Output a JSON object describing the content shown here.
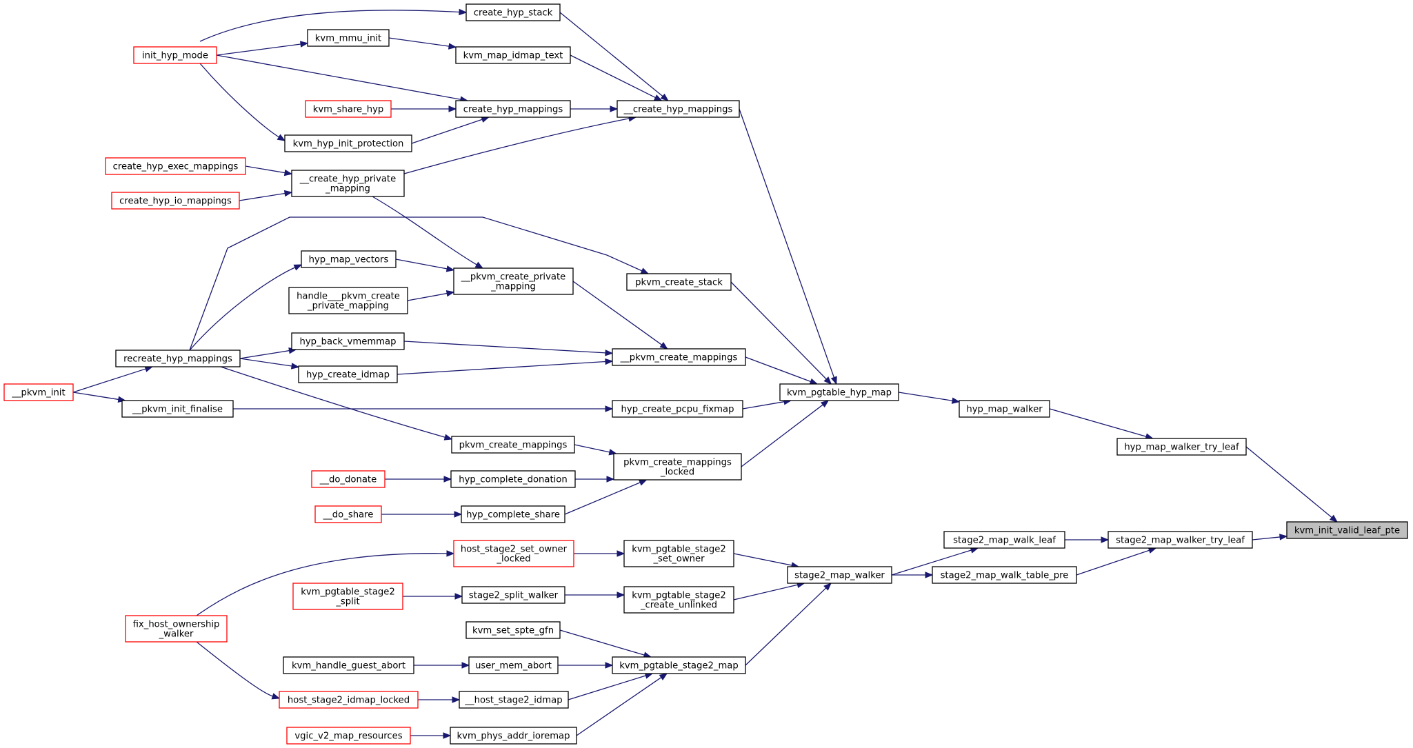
{
  "colors": {
    "edge": "#191970",
    "normal_border": "#000000",
    "truncated_border": "#ff0000",
    "focus_fill": "#bfbfbf",
    "fill": "#ffffff"
  },
  "nodes": {
    "kvm_init_valid_leaf_pte": {
      "lines": [
        "kvm_init_valid_leaf_pte"
      ],
      "kind": "focus"
    },
    "hyp_map_walker_try_leaf": {
      "lines": [
        "hyp_map_walker_try_leaf"
      ],
      "kind": "normal"
    },
    "stage2_map_walker_try_leaf": {
      "lines": [
        "stage2_map_walker_try_leaf"
      ],
      "kind": "normal"
    },
    "hyp_map_walker": {
      "lines": [
        "hyp_map_walker"
      ],
      "kind": "normal"
    },
    "stage2_map_walk_leaf": {
      "lines": [
        "stage2_map_walk_leaf"
      ],
      "kind": "normal"
    },
    "stage2_map_walk_table_pre": {
      "lines": [
        "stage2_map_walk_table_pre"
      ],
      "kind": "normal"
    },
    "kvm_pgtable_hyp_map": {
      "lines": [
        "kvm_pgtable_hyp_map"
      ],
      "kind": "normal"
    },
    "stage2_map_walker": {
      "lines": [
        "stage2_map_walker"
      ],
      "kind": "normal"
    },
    "__create_hyp_mappings": {
      "lines": [
        "__create_hyp_mappings"
      ],
      "kind": "normal"
    },
    "pkvm_create_stack": {
      "lines": [
        "pkvm_create_stack"
      ],
      "kind": "normal"
    },
    "__pkvm_create_mappings": {
      "lines": [
        "__pkvm_create_mappings"
      ],
      "kind": "normal"
    },
    "hyp_create_pcpu_fixmap": {
      "lines": [
        "hyp_create_pcpu_fixmap"
      ],
      "kind": "normal"
    },
    "pkvm_create_mappings_locked": {
      "lines": [
        "pkvm_create_mappings",
        "_locked"
      ],
      "kind": "normal"
    },
    "kvm_pgtable_stage2_set_owner": {
      "lines": [
        "kvm_pgtable_stage2",
        "_set_owner"
      ],
      "kind": "normal"
    },
    "kvm_pgtable_stage2_create_unlinked": {
      "lines": [
        "kvm_pgtable_stage2",
        "_create_unlinked"
      ],
      "kind": "normal"
    },
    "kvm_pgtable_stage2_map": {
      "lines": [
        "kvm_pgtable_stage2_map"
      ],
      "kind": "normal"
    },
    "create_hyp_stack": {
      "lines": [
        "create_hyp_stack"
      ],
      "kind": "normal"
    },
    "kvm_map_idmap_text": {
      "lines": [
        "kvm_map_idmap_text"
      ],
      "kind": "normal"
    },
    "create_hyp_mappings": {
      "lines": [
        "create_hyp_mappings"
      ],
      "kind": "normal"
    },
    "__create_hyp_private_mapping": {
      "lines": [
        "__create_hyp_private",
        "_mapping"
      ],
      "kind": "normal"
    },
    "__pkvm_create_private_mapping": {
      "lines": [
        "__pkvm_create_private",
        "_mapping"
      ],
      "kind": "normal"
    },
    "hyp_back_vmemmap": {
      "lines": [
        "hyp_back_vmemmap"
      ],
      "kind": "normal"
    },
    "hyp_create_idmap": {
      "lines": [
        "hyp_create_idmap"
      ],
      "kind": "normal"
    },
    "__pkvm_init_finalise": {
      "lines": [
        "__pkvm_init_finalise"
      ],
      "kind": "normal"
    },
    "pkvm_create_mappings": {
      "lines": [
        "pkvm_create_mappings"
      ],
      "kind": "normal"
    },
    "hyp_complete_donation": {
      "lines": [
        "hyp_complete_donation"
      ],
      "kind": "normal"
    },
    "hyp_complete_share": {
      "lines": [
        "hyp_complete_share"
      ],
      "kind": "normal"
    },
    "host_stage2_set_owner_locked": {
      "lines": [
        "host_stage2_set_owner",
        "_locked"
      ],
      "kind": "truncated"
    },
    "stage2_split_walker": {
      "lines": [
        "stage2_split_walker"
      ],
      "kind": "normal"
    },
    "kvm_set_spte_gfn": {
      "lines": [
        "kvm_set_spte_gfn"
      ],
      "kind": "normal"
    },
    "user_mem_abort": {
      "lines": [
        "user_mem_abort"
      ],
      "kind": "normal"
    },
    "__host_stage2_idmap": {
      "lines": [
        "__host_stage2_idmap"
      ],
      "kind": "normal"
    },
    "kvm_phys_addr_ioremap": {
      "lines": [
        "kvm_phys_addr_ioremap"
      ],
      "kind": "normal"
    },
    "kvm_mmu_init": {
      "lines": [
        "kvm_mmu_init"
      ],
      "kind": "normal"
    },
    "kvm_share_hyp": {
      "lines": [
        "kvm_share_hyp"
      ],
      "kind": "truncated"
    },
    "kvm_hyp_init_protection": {
      "lines": [
        "kvm_hyp_init_protection"
      ],
      "kind": "normal"
    },
    "hyp_map_vectors": {
      "lines": [
        "hyp_map_vectors"
      ],
      "kind": "normal"
    },
    "handle___pkvm_create_private_mapping": {
      "lines": [
        "handle___pkvm_create",
        "_private_mapping"
      ],
      "kind": "normal"
    },
    "recreate_hyp_mappings": {
      "lines": [
        "recreate_hyp_mappings"
      ],
      "kind": "normal"
    },
    "__do_donate": {
      "lines": [
        "__do_donate"
      ],
      "kind": "truncated"
    },
    "__do_share": {
      "lines": [
        "__do_share"
      ],
      "kind": "truncated"
    },
    "kvm_pgtable_stage2_split": {
      "lines": [
        "kvm_pgtable_stage2",
        "_split"
      ],
      "kind": "truncated"
    },
    "kvm_handle_guest_abort": {
      "lines": [
        "kvm_handle_guest_abort"
      ],
      "kind": "normal"
    },
    "host_stage2_idmap_locked": {
      "lines": [
        "host_stage2_idmap_locked"
      ],
      "kind": "truncated"
    },
    "vgic_v2_map_resources": {
      "lines": [
        "vgic_v2_map_resources"
      ],
      "kind": "truncated"
    },
    "init_hyp_mode": {
      "lines": [
        "init_hyp_mode"
      ],
      "kind": "truncated"
    },
    "create_hyp_exec_mappings": {
      "lines": [
        "create_hyp_exec_mappings"
      ],
      "kind": "truncated"
    },
    "create_hyp_io_mappings": {
      "lines": [
        "create_hyp_io_mappings"
      ],
      "kind": "truncated"
    },
    "__pkvm_init": {
      "lines": [
        "__pkvm_init"
      ],
      "kind": "truncated"
    },
    "fix_host_ownership_walker": {
      "lines": [
        "fix_host_ownership",
        "_walker"
      ],
      "kind": "truncated"
    }
  },
  "edges": [
    [
      "hyp_map_walker_try_leaf",
      "kvm_init_valid_leaf_pte"
    ],
    [
      "stage2_map_walker_try_leaf",
      "kvm_init_valid_leaf_pte"
    ],
    [
      "hyp_map_walker",
      "hyp_map_walker_try_leaf"
    ],
    [
      "stage2_map_walk_leaf",
      "stage2_map_walker_try_leaf"
    ],
    [
      "stage2_map_walk_table_pre",
      "stage2_map_walker_try_leaf"
    ],
    [
      "kvm_pgtable_hyp_map",
      "hyp_map_walker"
    ],
    [
      "stage2_map_walker",
      "stage2_map_walk_leaf"
    ],
    [
      "stage2_map_walker",
      "stage2_map_walk_table_pre"
    ],
    [
      "__create_hyp_mappings",
      "kvm_pgtable_hyp_map"
    ],
    [
      "pkvm_create_stack",
      "kvm_pgtable_hyp_map"
    ],
    [
      "__pkvm_create_mappings",
      "kvm_pgtable_hyp_map"
    ],
    [
      "hyp_create_pcpu_fixmap",
      "kvm_pgtable_hyp_map"
    ],
    [
      "pkvm_create_mappings_locked",
      "kvm_pgtable_hyp_map"
    ],
    [
      "kvm_pgtable_stage2_set_owner",
      "stage2_map_walker"
    ],
    [
      "kvm_pgtable_stage2_create_unlinked",
      "stage2_map_walker"
    ],
    [
      "kvm_pgtable_stage2_map",
      "stage2_map_walker"
    ],
    [
      "create_hyp_stack",
      "__create_hyp_mappings"
    ],
    [
      "kvm_map_idmap_text",
      "__create_hyp_mappings"
    ],
    [
      "create_hyp_mappings",
      "__create_hyp_mappings"
    ],
    [
      "__create_hyp_private_mapping",
      "__create_hyp_mappings"
    ],
    [
      "recreate_hyp_mappings",
      "pkvm_create_stack"
    ],
    [
      "__pkvm_create_private_mapping",
      "__pkvm_create_mappings"
    ],
    [
      "hyp_back_vmemmap",
      "__pkvm_create_mappings"
    ],
    [
      "hyp_create_idmap",
      "__pkvm_create_mappings"
    ],
    [
      "__pkvm_init_finalise",
      "hyp_create_pcpu_fixmap"
    ],
    [
      "pkvm_create_mappings",
      "pkvm_create_mappings_locked"
    ],
    [
      "hyp_complete_donation",
      "pkvm_create_mappings_locked"
    ],
    [
      "hyp_complete_share",
      "pkvm_create_mappings_locked"
    ],
    [
      "host_stage2_set_owner_locked",
      "kvm_pgtable_stage2_set_owner"
    ],
    [
      "stage2_split_walker",
      "kvm_pgtable_stage2_create_unlinked"
    ],
    [
      "kvm_set_spte_gfn",
      "kvm_pgtable_stage2_map"
    ],
    [
      "user_mem_abort",
      "kvm_pgtable_stage2_map"
    ],
    [
      "__host_stage2_idmap",
      "kvm_pgtable_stage2_map"
    ],
    [
      "kvm_phys_addr_ioremap",
      "kvm_pgtable_stage2_map"
    ],
    [
      "init_hyp_mode",
      "create_hyp_stack"
    ],
    [
      "kvm_mmu_init",
      "kvm_map_idmap_text"
    ],
    [
      "init_hyp_mode",
      "kvm_mmu_init"
    ],
    [
      "init_hyp_mode",
      "create_hyp_mappings"
    ],
    [
      "kvm_share_hyp",
      "create_hyp_mappings"
    ],
    [
      "kvm_hyp_init_protection",
      "create_hyp_mappings"
    ],
    [
      "init_hyp_mode",
      "kvm_hyp_init_protection"
    ],
    [
      "create_hyp_exec_mappings",
      "__create_hyp_private_mapping"
    ],
    [
      "create_hyp_io_mappings",
      "__create_hyp_private_mapping"
    ],
    [
      "__create_hyp_private_mapping",
      "__pkvm_create_private_mapping"
    ],
    [
      "hyp_map_vectors",
      "__pkvm_create_private_mapping"
    ],
    [
      "handle___pkvm_create_private_mapping",
      "__pkvm_create_private_mapping"
    ],
    [
      "recreate_hyp_mappings",
      "hyp_map_vectors"
    ],
    [
      "recreate_hyp_mappings",
      "hyp_back_vmemmap"
    ],
    [
      "recreate_hyp_mappings",
      "hyp_create_idmap"
    ],
    [
      "recreate_hyp_mappings",
      "pkvm_create_mappings"
    ],
    [
      "__pkvm_init",
      "recreate_hyp_mappings"
    ],
    [
      "__pkvm_init",
      "__pkvm_init_finalise"
    ],
    [
      "__do_donate",
      "hyp_complete_donation"
    ],
    [
      "__do_share",
      "hyp_complete_share"
    ],
    [
      "fix_host_ownership_walker",
      "host_stage2_set_owner_locked"
    ],
    [
      "kvm_pgtable_stage2_split",
      "stage2_split_walker"
    ],
    [
      "kvm_handle_guest_abort",
      "user_mem_abort"
    ],
    [
      "host_stage2_idmap_locked",
      "__host_stage2_idmap"
    ],
    [
      "fix_host_ownership_walker",
      "host_stage2_idmap_locked"
    ],
    [
      "vgic_v2_map_resources",
      "kvm_phys_addr_ioremap"
    ]
  ]
}
